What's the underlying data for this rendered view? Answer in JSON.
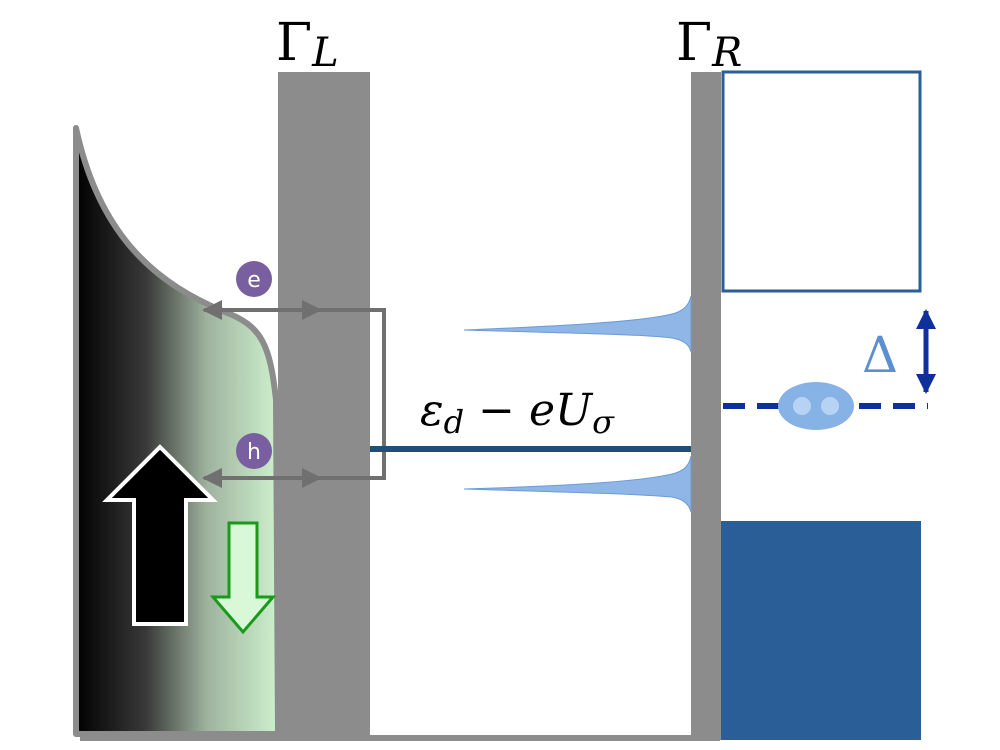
{
  "labels": {
    "gamma_left_symbol": "Γ",
    "gamma_left_sub": "L",
    "gamma_right_symbol": "Γ",
    "gamma_right_sub": "R",
    "level_eps": "ε",
    "level_eps_sub": "d",
    "level_minus": " − e",
    "level_U": "U",
    "level_U_sub": "σ",
    "electron": "e",
    "hole": "h",
    "gap": "Δ"
  },
  "colors": {
    "barrier": "#8c8c8c",
    "ferromagnet_dark": "#000000",
    "ferromagnet_light": "#cdf0cd",
    "spin_down_arrow_fill": "#d8f8d8",
    "spin_down_arrow_stroke": "#1a9a1a",
    "dot_level": "#1f4e79",
    "resonance": "#8fb6e6",
    "superconductor_filled": "#2a5e96",
    "superconductor_empty_stroke": "#2a5e96",
    "gap_arrow": "#0f2f9a",
    "particle_circle": "#7a5fa0",
    "cooper_pair": "#86b2e6",
    "andreev_path": "#707070"
  },
  "icons": {
    "spin_up": "spin-up-arrow-icon",
    "spin_down": "spin-down-arrow-icon",
    "cooper_pair": "cooper-pair-icon"
  }
}
